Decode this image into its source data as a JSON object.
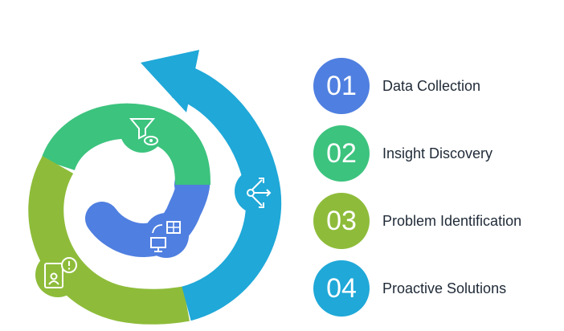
{
  "steps": [
    {
      "number": "01",
      "label": "Data Collection",
      "color": "#4f7fe0",
      "icon": "data-transfer-icon"
    },
    {
      "number": "02",
      "label": "Insight Discovery",
      "color": "#3cc37e",
      "icon": "filter-eye-icon"
    },
    {
      "number": "03",
      "label": "Problem Identification",
      "color": "#8ebc3a",
      "icon": "alert-user-icon"
    },
    {
      "number": "04",
      "label": "Proactive Solutions",
      "color": "#1fa8d8",
      "icon": "branching-arrows-icon"
    }
  ]
}
